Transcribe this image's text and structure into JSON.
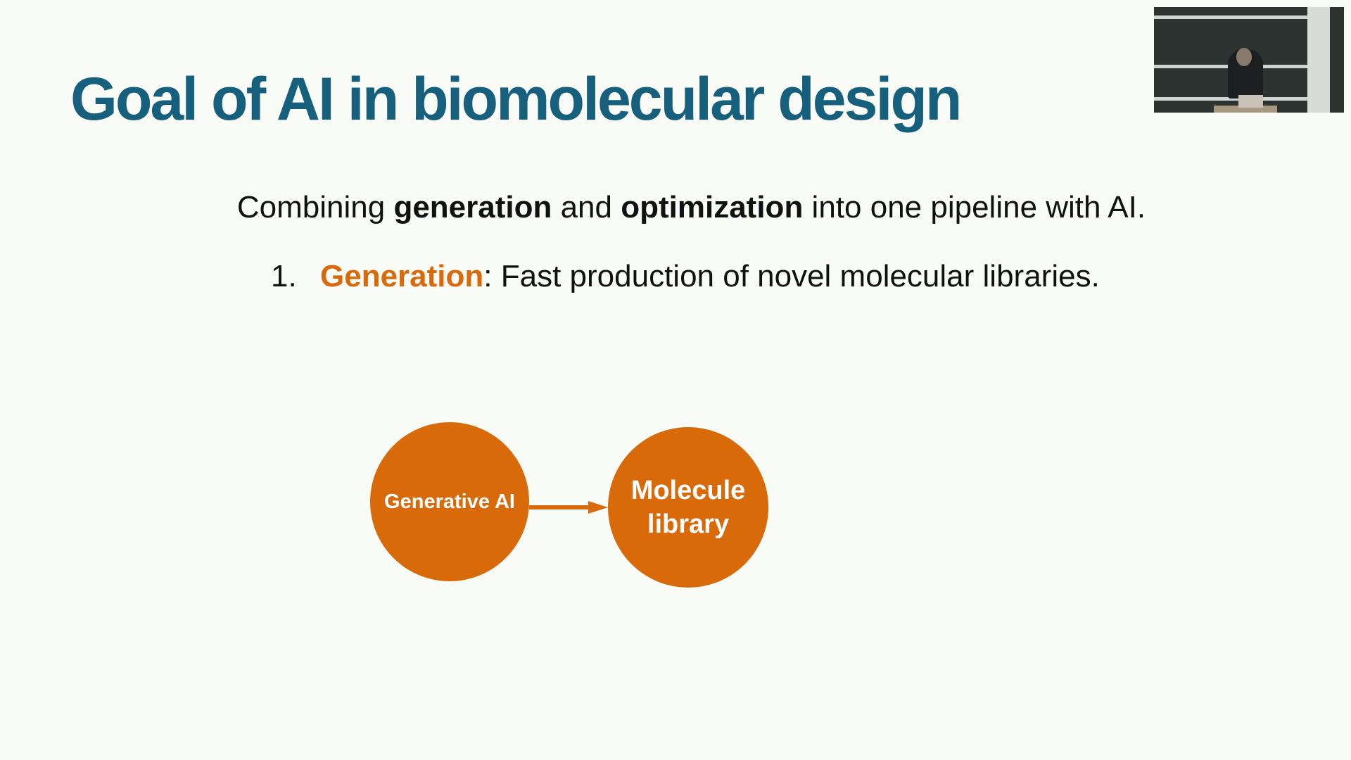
{
  "slide": {
    "title": "Goal of AI in biomolecular design",
    "subtitle": {
      "part1": "Combining ",
      "bold1": "generation",
      "part2": " and ",
      "bold2": "optimization",
      "part3": " into one pipeline with AI."
    },
    "list": [
      {
        "number": "1.",
        "highlight": "Generation",
        "text": ": Fast production of novel molecular libraries."
      }
    ],
    "diagram": {
      "node1": "Generative AI",
      "node2_line1": "Molecule",
      "node2_line2": "library"
    }
  },
  "colors": {
    "title": "#17607d",
    "accent": "#d96a0a",
    "background": "#f8fbf6"
  }
}
